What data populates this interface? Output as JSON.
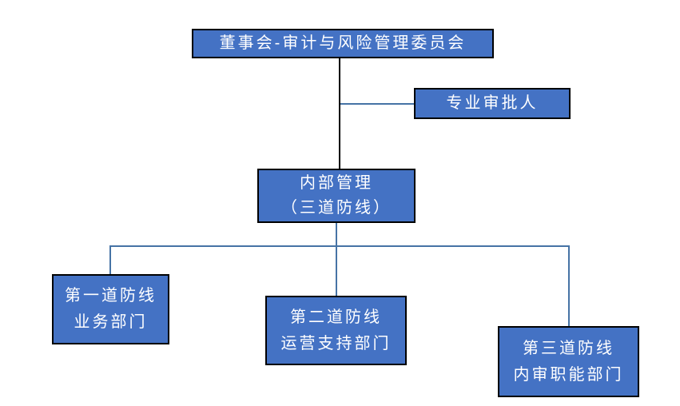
{
  "diagram": {
    "type": "org-chart",
    "background": "#ffffff",
    "colors": {
      "node_fill": "#4472C4",
      "node_border": "#000000",
      "node_text": "#ffffff",
      "connector_dark": "#000000",
      "connector_blue": "#4673A5"
    },
    "nodes": {
      "board": {
        "label": "董事会-审计与风险管理委员会"
      },
      "approver": {
        "label": "专业审批人"
      },
      "internal": {
        "line1": "内部管理",
        "line2": "（三道防线）"
      },
      "defense1": {
        "line1": "第一道防线",
        "line2": "业务部门"
      },
      "defense2": {
        "line1": "第二道防线",
        "line2": "运营支持部门"
      },
      "defense3": {
        "line1": "第三道防线",
        "line2": "内审职能部门"
      }
    },
    "edges": [
      {
        "from": "board",
        "to": "internal",
        "style": "dark-vertical"
      },
      {
        "from": "board-internal-line",
        "to": "approver",
        "style": "blue-horizontal"
      },
      {
        "from": "internal",
        "to": "defense1",
        "style": "blue-elbow"
      },
      {
        "from": "internal",
        "to": "defense2",
        "style": "blue-vertical"
      },
      {
        "from": "internal",
        "to": "defense3",
        "style": "blue-elbow"
      }
    ]
  }
}
